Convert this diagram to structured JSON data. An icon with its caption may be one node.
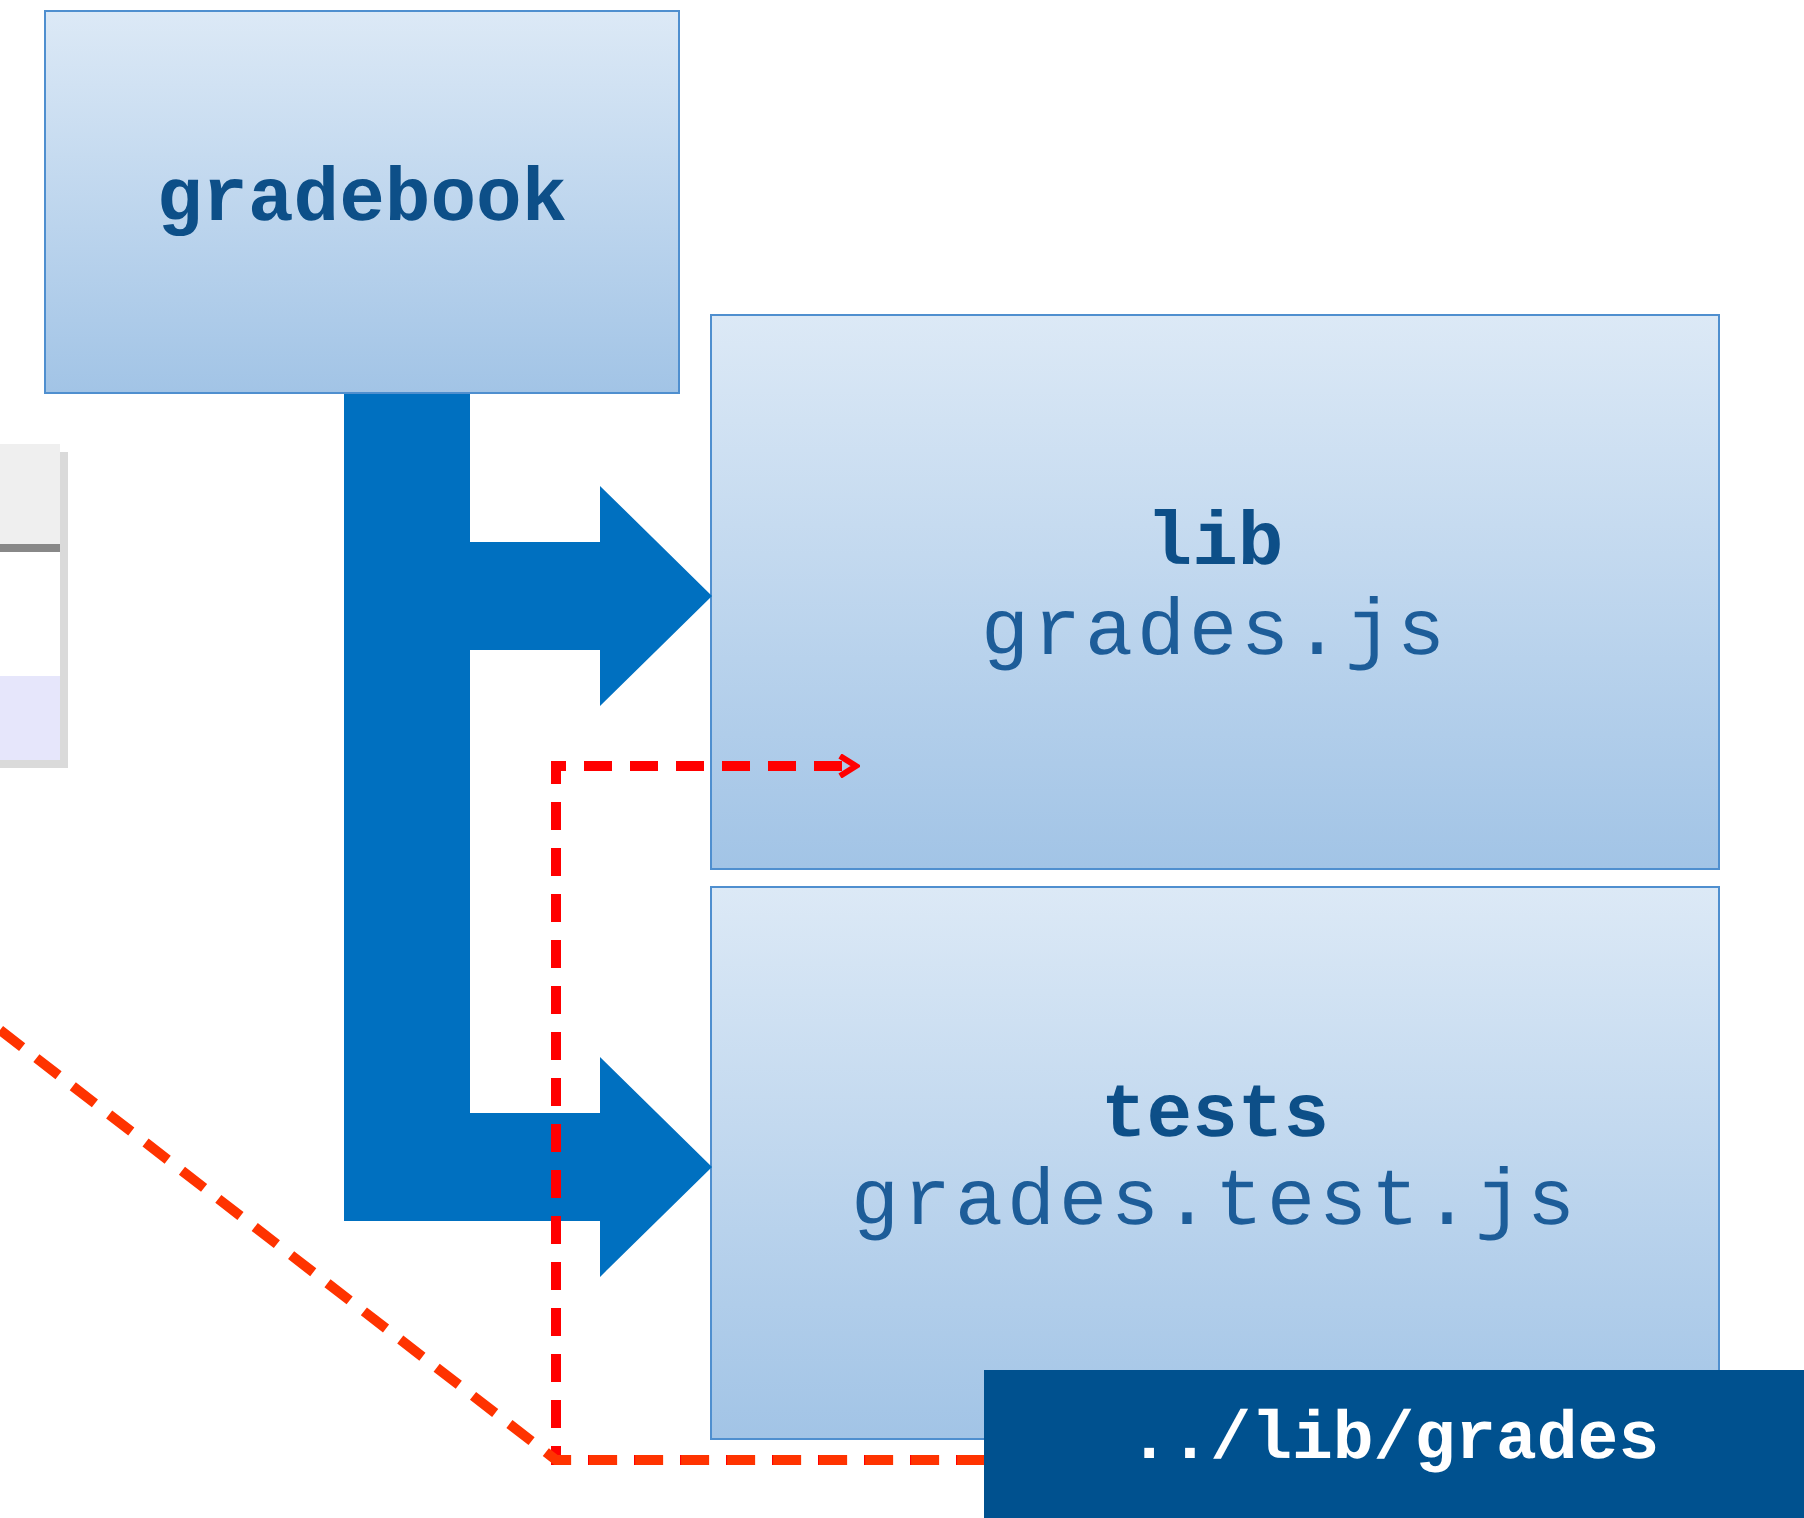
{
  "diagram": {
    "nodes": [
      {
        "text": [
          "gradebook"
        ]
      },
      {
        "text": [
          "lib",
          "grades.js"
        ]
      },
      {
        "text": [
          "tests",
          "grades.test.js"
        ]
      },
      {
        "text": [
          "../lib/grades"
        ]
      }
    ],
    "edges": [
      {
        "from": 0,
        "to": 1,
        "arrow": "to",
        "style": "thick"
      },
      {
        "from": 0,
        "to": 2,
        "arrow": "to",
        "style": "thick"
      },
      {
        "from": 3,
        "to": 1,
        "arrow": "to",
        "style": "dashed",
        "color": "#ff0000"
      },
      {
        "from": null,
        "to": 3,
        "arrow": "none",
        "style": "dashed",
        "color": "#ff3300"
      }
    ]
  }
}
